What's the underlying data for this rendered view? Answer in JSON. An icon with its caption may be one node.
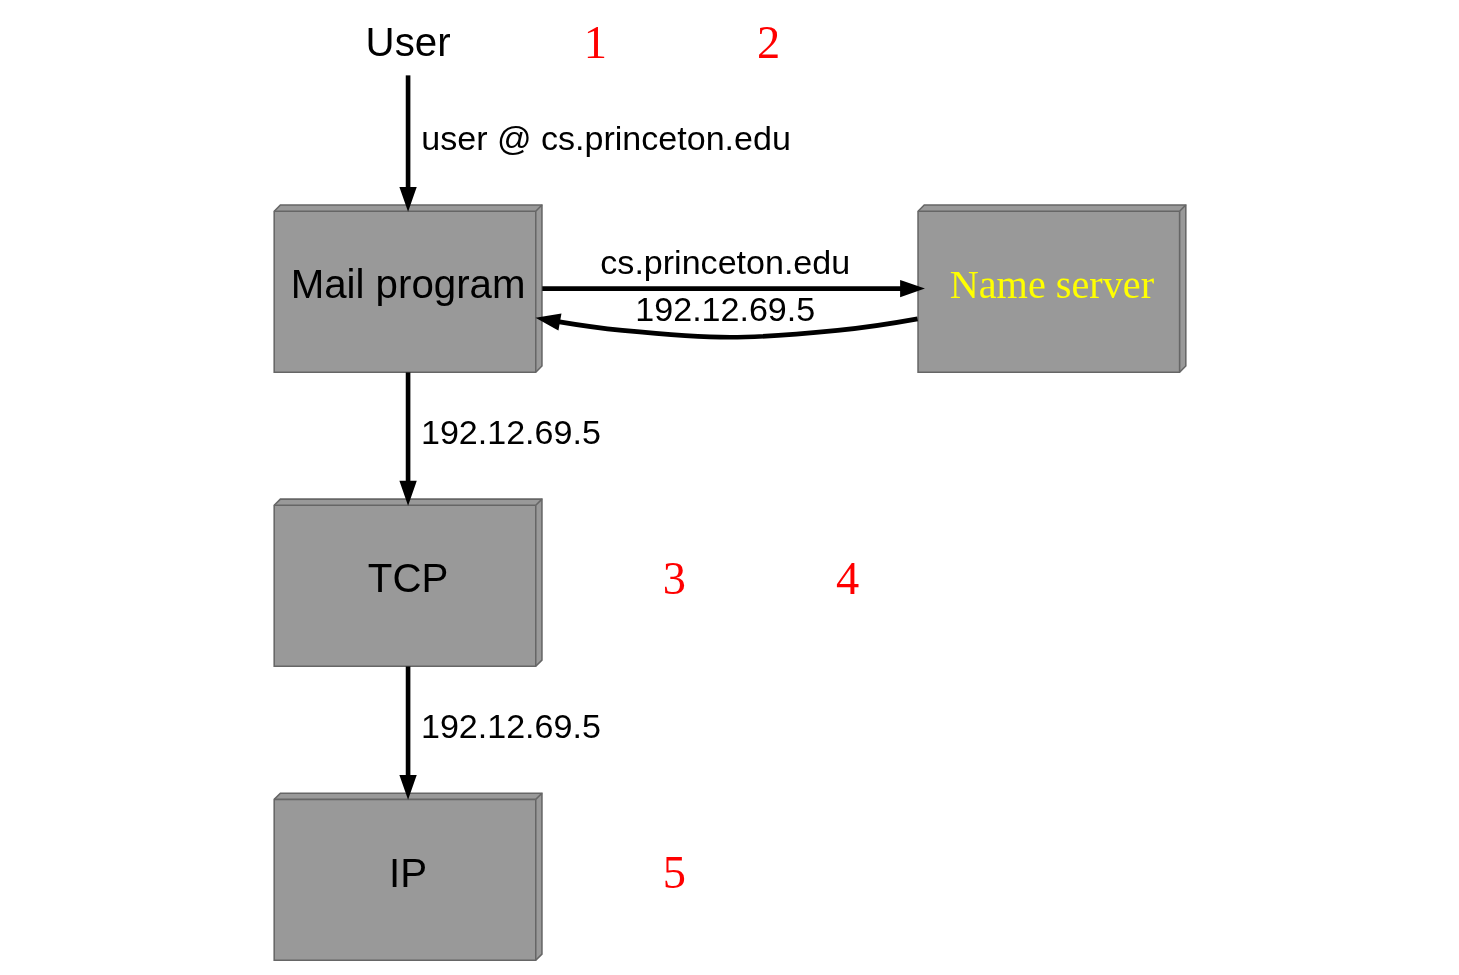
{
  "diagram": {
    "nodes": [
      {
        "text": [
          "User"
        ]
      },
      {
        "text": [
          "Name server"
        ]
      },
      {
        "text": [
          "Mail program"
        ]
      },
      {
        "text": [
          "TCP"
        ]
      },
      {
        "text": [
          "IP"
        ]
      }
    ],
    "edges": [
      {
        "from": 0,
        "to": 2,
        "arrow": "to",
        "label": "user @ cs.princeton.edu"
      },
      {
        "from": 2,
        "to": 1,
        "arrow": "to",
        "label": "cs.princeton.edu"
      },
      {
        "from": 1,
        "to": 2,
        "arrow": "to",
        "label": "192.12.69.5"
      },
      {
        "from": 2,
        "to": 3,
        "arrow": "to",
        "label": "192.12.69.5"
      },
      {
        "from": 3,
        "to": 4,
        "arrow": "to",
        "label": "192.12.69.5"
      }
    ],
    "labels": [
      "1",
      "2",
      "3",
      "4",
      "5"
    ]
  }
}
